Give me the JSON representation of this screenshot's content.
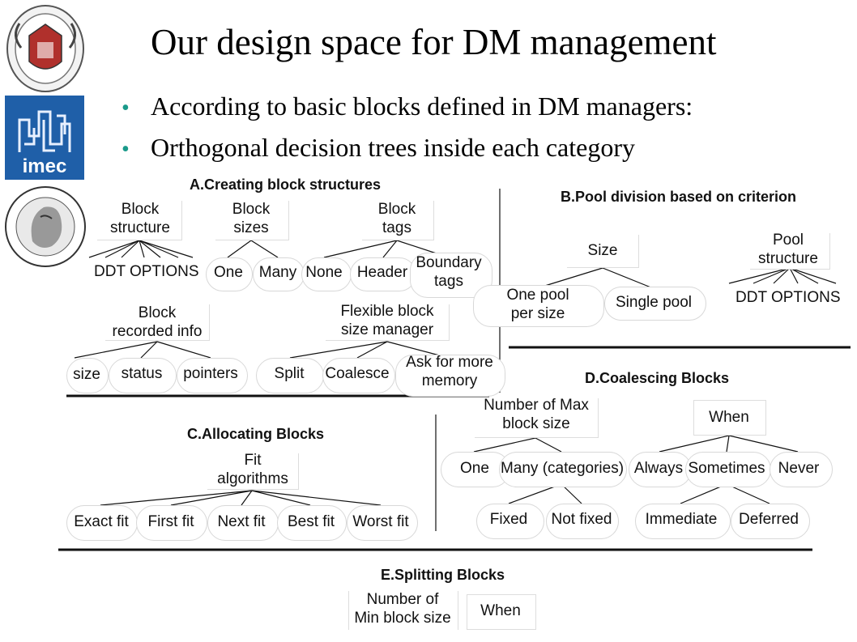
{
  "title": "Our design space for DM management",
  "bullets": [
    "According to basic blocks defined in DM managers:",
    "Orthogonal decision trees inside each category"
  ],
  "logos": {
    "imec": "imec"
  },
  "sections": {
    "a": {
      "title": "A.Creating block structures",
      "block_structure": "Block\nstructure",
      "ddt_options": "DDT OPTIONS",
      "block_sizes": "Block\nsizes",
      "one": "One",
      "many": "Many",
      "block_tags": "Block\ntags",
      "none": "None",
      "header": "Header",
      "boundary_tags": "Boundary\ntags",
      "block_recorded_info": "Block\nrecorded info",
      "size": "size",
      "status": "status",
      "pointers": "pointers",
      "flexible_manager": "Flexible block\nsize manager",
      "split": "Split",
      "coalesce": "Coalesce",
      "ask_memory": "Ask for more\nmemory"
    },
    "b": {
      "title": "B.Pool division based on criterion",
      "size": "Size",
      "one_pool": "One pool\nper size",
      "single_pool": "Single pool",
      "pool_structure": "Pool\nstructure",
      "ddt_options": "DDT OPTIONS"
    },
    "c": {
      "title": "C.Allocating Blocks",
      "fit_algorithms": "Fit\nalgorithms",
      "exact": "Exact fit",
      "first": "First fit",
      "next": "Next fit",
      "best": "Best fit",
      "worst": "Worst fit"
    },
    "d": {
      "title": "D.Coalescing Blocks",
      "number_max": "Number of Max\nblock size",
      "one": "One",
      "many_cat": "Many (categories)",
      "fixed": "Fixed",
      "not_fixed": "Not fixed",
      "when": "When",
      "always": "Always",
      "sometimes": "Sometimes",
      "never": "Never",
      "immediate": "Immediate",
      "deferred": "Deferred"
    },
    "e": {
      "title": "E.Splitting Blocks",
      "number_min": "Number of\nMin block size",
      "when": "When"
    }
  },
  "colors": {
    "bullet": "#1a9a8a",
    "imec_blue": "#1f5fa8",
    "seal_red": "#b0302c"
  }
}
